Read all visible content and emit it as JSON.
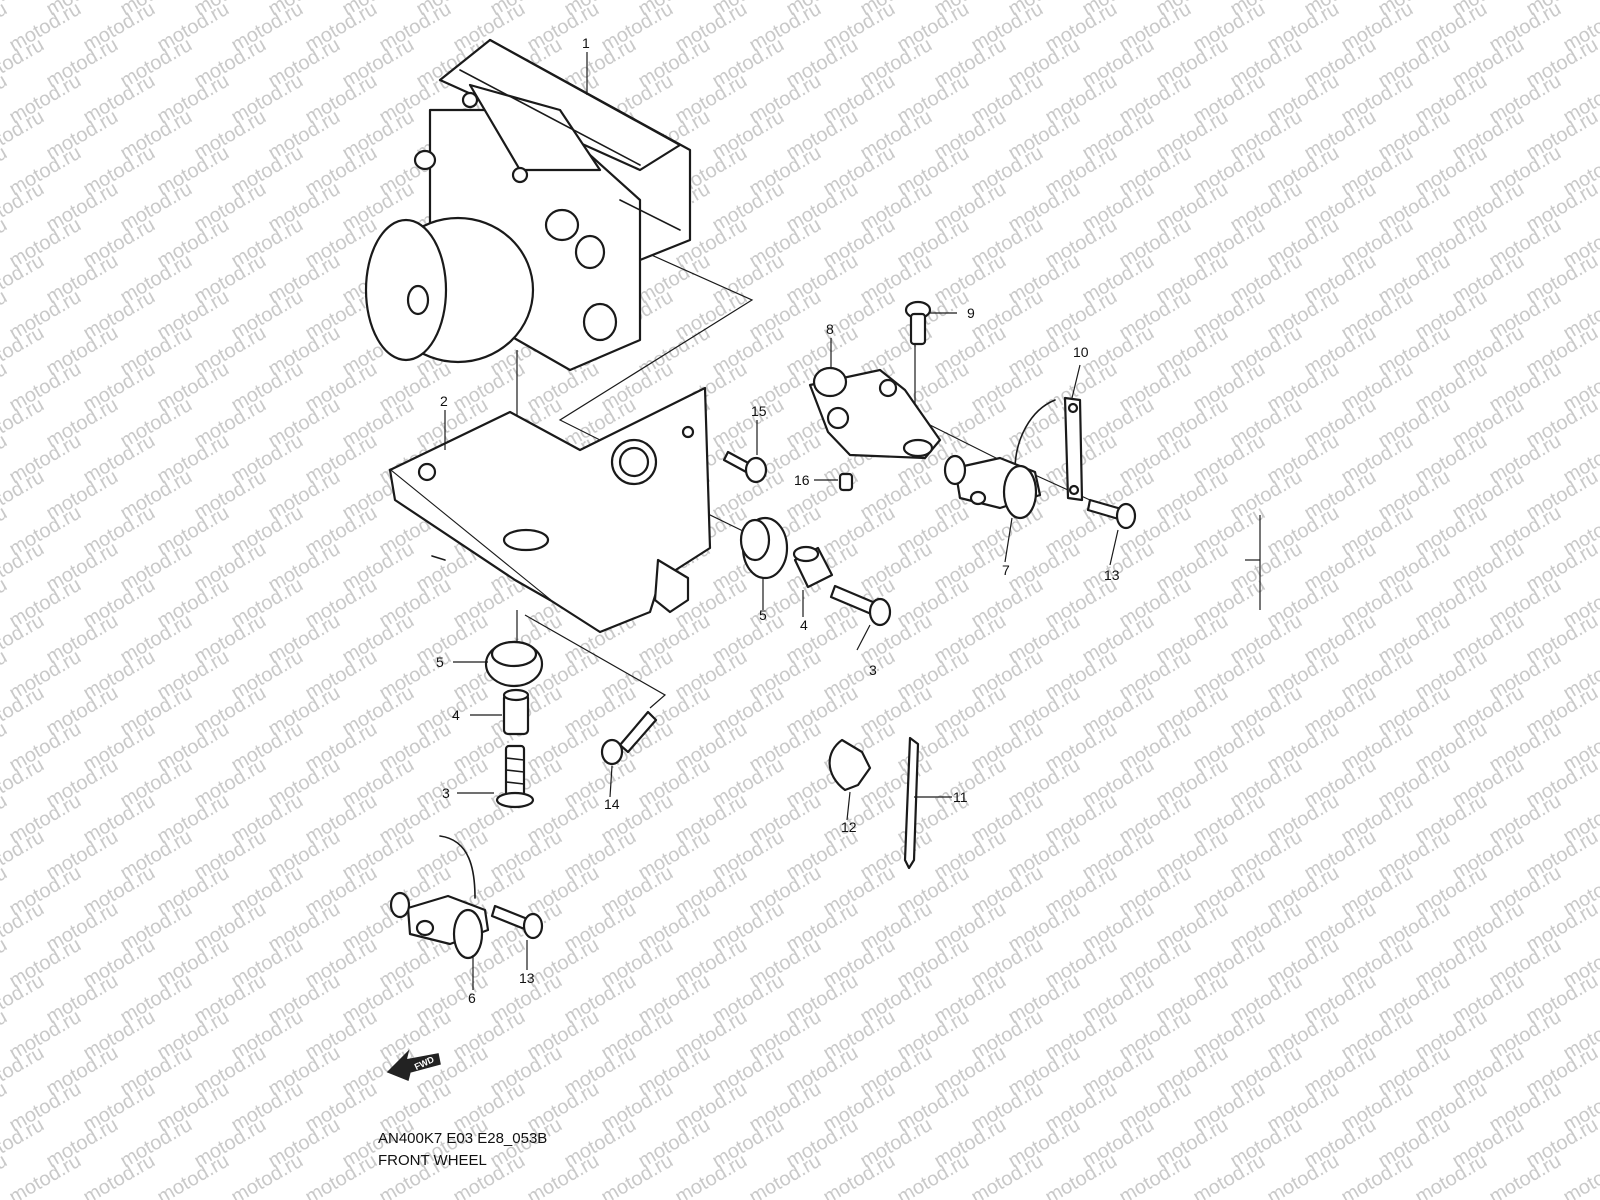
{
  "watermark": "motod.ru",
  "diagram_code": "AN400K7 E03 E28_053B",
  "diagram_title": "FRONT WHEEL",
  "fwd_label": "FWD",
  "callouts": {
    "c1": "1",
    "c2": "2",
    "c3a": "3",
    "c3b": "3",
    "c4a": "4",
    "c4b": "4",
    "c5a": "5",
    "c5b": "5",
    "c6": "6",
    "c7": "7",
    "c8": "8",
    "c9": "9",
    "c10": "10",
    "c11": "11",
    "c12": "12",
    "c13a": "13",
    "c13b": "13",
    "c14": "14",
    "c15": "15",
    "c16": "16"
  }
}
